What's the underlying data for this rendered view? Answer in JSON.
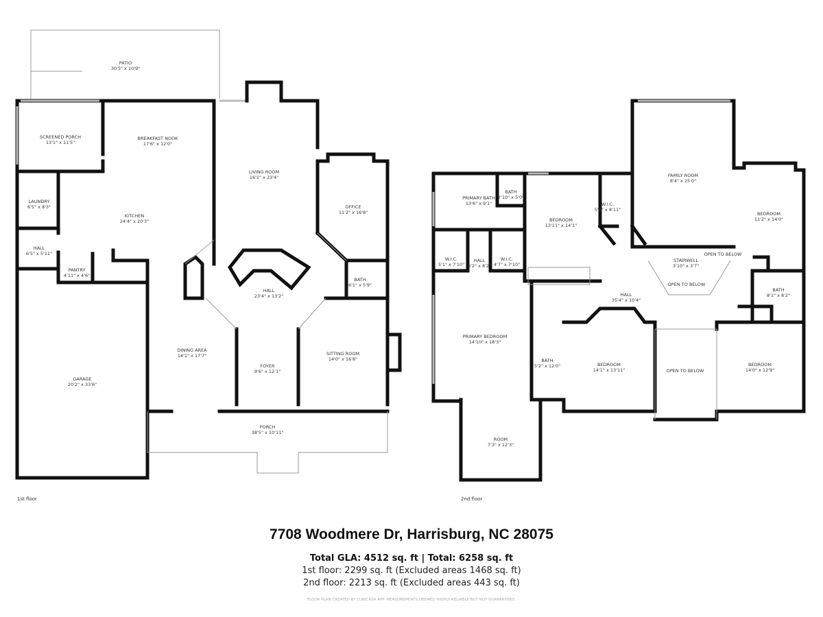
{
  "floors": [
    {
      "label": "1st floor",
      "rooms": [
        {
          "name": "PATIO",
          "dims": "30'5\" x 10'9\""
        },
        {
          "name": "SCREENED PORCH",
          "dims": "13'1\" x 11'5\""
        },
        {
          "name": "BREAKFAST NOOK",
          "dims": "17'6\" x 12'0\""
        },
        {
          "name": "LIVING ROOM",
          "dims": "16'1\" x 23'4\""
        },
        {
          "name": "OFFICE",
          "dims": "11'2\" x 16'8\""
        },
        {
          "name": "LAUNDRY",
          "dims": "6'5\" x 8'3\""
        },
        {
          "name": "KITCHEN",
          "dims": "24'4\" x 20'3\""
        },
        {
          "name": "HALL",
          "dims": "6'5\" x 5'11\""
        },
        {
          "name": "PANTRY",
          "dims": "4'11\" x 4'6\""
        },
        {
          "name": "HALL",
          "dims": "23'4\" x 13'2\""
        },
        {
          "name": "BATH",
          "dims": "6'1\" x 5'9\""
        },
        {
          "name": "GARAGE",
          "dims": "20'2\" x 33'6\""
        },
        {
          "name": "DINING AREA",
          "dims": "14'1\" x 17'7\""
        },
        {
          "name": "FOYER",
          "dims": "9'6\" x 12'1\""
        },
        {
          "name": "SITTING ROOM",
          "dims": "14'0\" x 16'8\""
        },
        {
          "name": "PORCH",
          "dims": "38'5\" x 10'11\""
        }
      ]
    },
    {
      "label": "2nd floor",
      "rooms": [
        {
          "name": "PRIMARY BATH",
          "dims": "13'6\" x 9'1\""
        },
        {
          "name": "BATH",
          "dims": "2'10\" x 5'0\""
        },
        {
          "name": "BEDROOM",
          "dims": "13'11\" x 14'1\""
        },
        {
          "name": "W.I.C.",
          "dims": "5'4\" x 8'11\""
        },
        {
          "name": "FAMILY ROOM",
          "dims": "8'4\" x 25'0\""
        },
        {
          "name": "BEDROOM",
          "dims": "11'2\" x 14'0\""
        },
        {
          "name": "W.I.C.",
          "dims": "5'1\" x 7'10\""
        },
        {
          "name": "HALL",
          "dims": "8'2\" x 8'2\""
        },
        {
          "name": "W.I.C.",
          "dims": "4'7\" x 7'10\""
        },
        {
          "name": "STAIRWELL",
          "dims": "3'10\" x 3'7\""
        },
        {
          "name": "OPEN TO BELOW",
          "dims": ""
        },
        {
          "name": "OPEN TO BELOW",
          "dims": ""
        },
        {
          "name": "HALL",
          "dims": "35'4\" x 10'4\""
        },
        {
          "name": "BATH",
          "dims": "8'1\" x 8'2\""
        },
        {
          "name": "PRIMARY BEDROOM",
          "dims": "14'10\" x 18'3\""
        },
        {
          "name": "BATH",
          "dims": "5'2\" x 12'0\""
        },
        {
          "name": "BEDROOM",
          "dims": "14'1\" x 13'11\""
        },
        {
          "name": "OPEN TO BELOW",
          "dims": ""
        },
        {
          "name": "BEDROOM",
          "dims": "14'0\" x 12'9\""
        },
        {
          "name": "ROOM",
          "dims": "7'3\" x 12'3\""
        }
      ]
    }
  ],
  "address": "7708 Woodmere Dr, Harrisburg, NC 28075",
  "totals": "Total GLA: 4512 sq. ft | Total: 6258 sq. ft",
  "first_floor_area": "1st floor: 2299 sq. ft (Excluded areas 1468 sq. ft)",
  "second_floor_area": "2nd floor: 2213 sq. ft (Excluded areas 443 sq. ft)",
  "credit": "FLOOR PLAN CREATED BY CUBICASA APP. MEASUREMENTS DEEMED HIGHLY RELIABLE BUT NOT GUARANTEED."
}
